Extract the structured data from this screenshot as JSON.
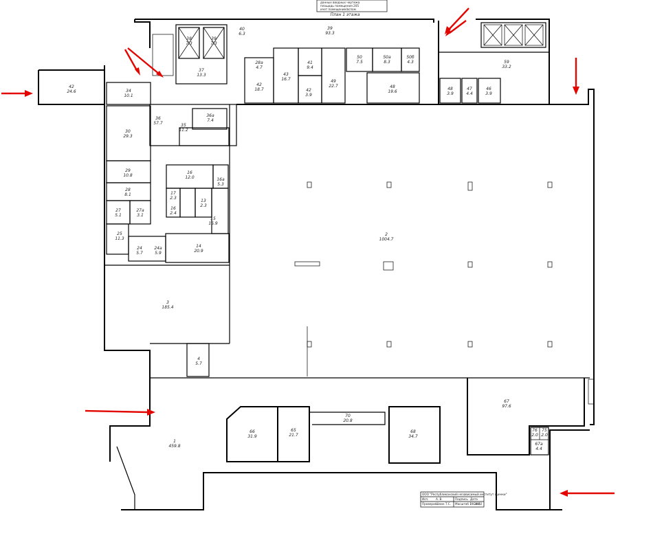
{
  "plan": {
    "title": "План 1 этажа",
    "header_lines": [
      "данных вводных чертежа",
      "площадь помещения 205",
      "ичет помещение/вспом"
    ],
    "rooms": [
      {
        "n": "42",
        "a": "24.6"
      },
      {
        "n": "34",
        "a": "10.1"
      },
      {
        "n": "30",
        "a": "29.3"
      },
      {
        "n": "29",
        "a": "10.8"
      },
      {
        "n": "28",
        "a": "8.1"
      },
      {
        "n": "27",
        "a": "5.1"
      },
      {
        "n": "27a",
        "a": "3.1"
      },
      {
        "n": "25",
        "a": "11.3"
      },
      {
        "n": "24",
        "a": "5.7"
      },
      {
        "n": "24a",
        "a": "5.9"
      },
      {
        "n": "36",
        "a": "57.7"
      },
      {
        "n": "35",
        "a": "11.2"
      },
      {
        "n": "36a",
        "a": "7.4"
      },
      {
        "n": "16",
        "a": "12.0"
      },
      {
        "n": "16a",
        "a": "5.3"
      },
      {
        "n": "17",
        "a": "2.3"
      },
      {
        "n": "16",
        "a": "2.4"
      },
      {
        "n": "14",
        "a": "20.9"
      },
      {
        "n": "15",
        "a": "16.9"
      },
      {
        "n": "13",
        "a": "2.3"
      },
      {
        "n": "37",
        "a": "13.3"
      },
      {
        "n": "38",
        "a": "7.3"
      },
      {
        "n": "39",
        "a": "7.3"
      },
      {
        "n": "40",
        "a": "6.3"
      },
      {
        "n": "39",
        "a": "93.3"
      },
      {
        "n": "28a",
        "a": "4.7"
      },
      {
        "n": "42",
        "a": "18.7"
      },
      {
        "n": "43",
        "a": "16.7"
      },
      {
        "n": "41",
        "a": "9.4"
      },
      {
        "n": "42",
        "a": "3.9"
      },
      {
        "n": "49",
        "a": "22.7"
      },
      {
        "n": "50",
        "a": "7.5"
      },
      {
        "n": "50a",
        "a": "8.3"
      },
      {
        "n": "50б",
        "a": "4.3"
      },
      {
        "n": "48",
        "a": "19.6"
      },
      {
        "n": "59",
        "a": "33.2"
      },
      {
        "n": "48",
        "a": "3.9"
      },
      {
        "n": "47",
        "a": "4.4"
      },
      {
        "n": "46",
        "a": "3.9"
      },
      {
        "n": "2",
        "a": "1004.7"
      },
      {
        "n": "3",
        "a": "185.4"
      },
      {
        "n": "4",
        "a": "5.7"
      },
      {
        "n": "1",
        "a": "459.8"
      },
      {
        "n": "66",
        "a": "31.9"
      },
      {
        "n": "65",
        "a": "21.7"
      },
      {
        "n": "70",
        "a": "20.8"
      },
      {
        "n": "68",
        "a": "34.7"
      },
      {
        "n": "67",
        "a": "97.6"
      },
      {
        "n": "67a",
        "a": "4.4"
      },
      {
        "n": "76",
        "a": "2.0"
      },
      {
        "n": "75",
        "a": "2.0"
      }
    ],
    "title_block": {
      "org": "ООО \"Республиканский независимый институт оценки\"",
      "row1": [
        "Исп.",
        "А. В.",
        "Подпись",
        "Дата"
      ],
      "row2": [
        "Проверил",
        "Шеин Т.С.",
        "",
        "2024.02"
      ],
      "scale": "Масштаб 1 : 100"
    },
    "colors": {
      "marker": "#e10600",
      "line": "#000000"
    }
  }
}
